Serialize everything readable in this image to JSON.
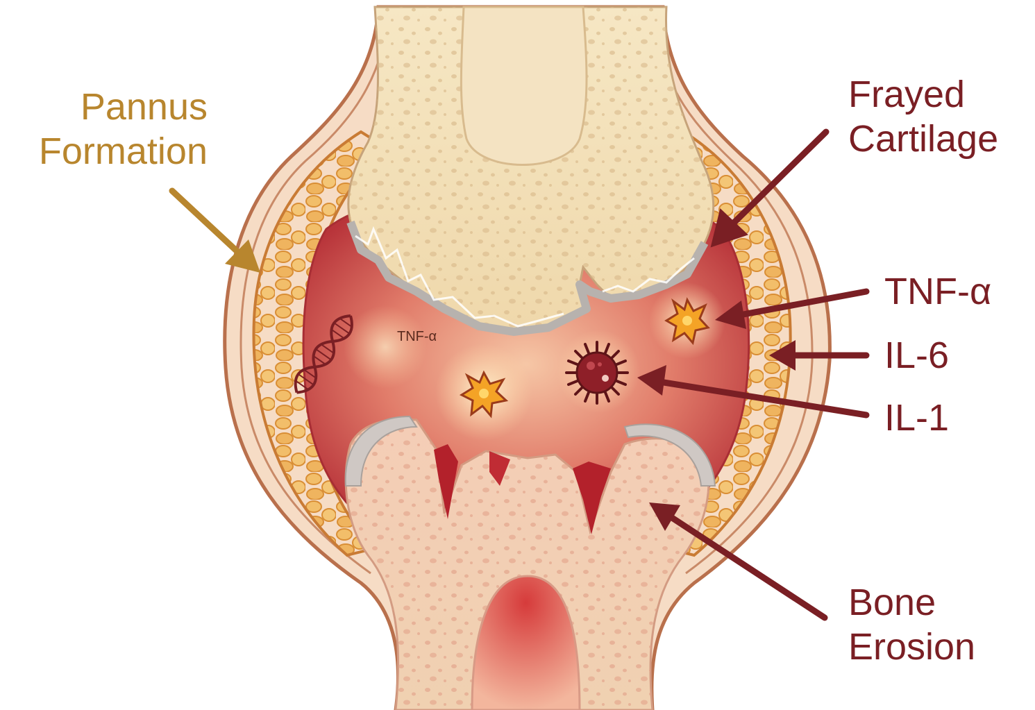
{
  "labels": {
    "pannus": [
      "Pannus",
      "Formation"
    ],
    "frayed": [
      "Frayed",
      "Cartilage"
    ],
    "tnf": "TNF-α",
    "il6": "IL-6",
    "il1": "IL-1",
    "bone": [
      "Bone",
      "Erosion"
    ],
    "inner_tnf": "TNF-α"
  },
  "colors": {
    "pannus_label": "#b8862e",
    "mediator_label": "#7a1f24",
    "bone": "#f3e1b9",
    "synovium": "#e8a07a",
    "inflamed_cavity": "#c9494a",
    "pannus_tissue": "#e9a448"
  },
  "icons": [
    "dna-icon",
    "cytokine-star-icon",
    "spiky-cell-icon"
  ]
}
